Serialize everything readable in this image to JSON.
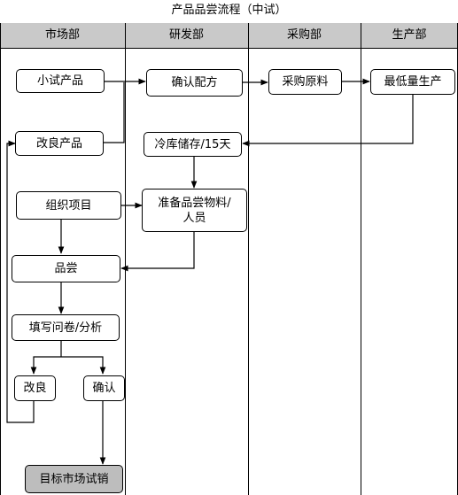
{
  "title": "产品品尝流程（中试）",
  "lanes": [
    "市场部",
    "研发部",
    "采购部",
    "生产部"
  ],
  "boxes": {
    "trial_product": "小试产品",
    "confirm_formula": "确认配方",
    "purchase_materials": "采购原料",
    "min_production": "最低量生产",
    "improve_product": "改良产品",
    "cold_storage": "冷库储存/15天",
    "organize_project": "组织项目",
    "prepare_tasting": "准备品尝物料/人员",
    "tasting": "品尝",
    "questionnaire": "填写问卷/分析",
    "improve": "改良",
    "confirm": "确认",
    "target_market_trial": "目标市场试销"
  }
}
